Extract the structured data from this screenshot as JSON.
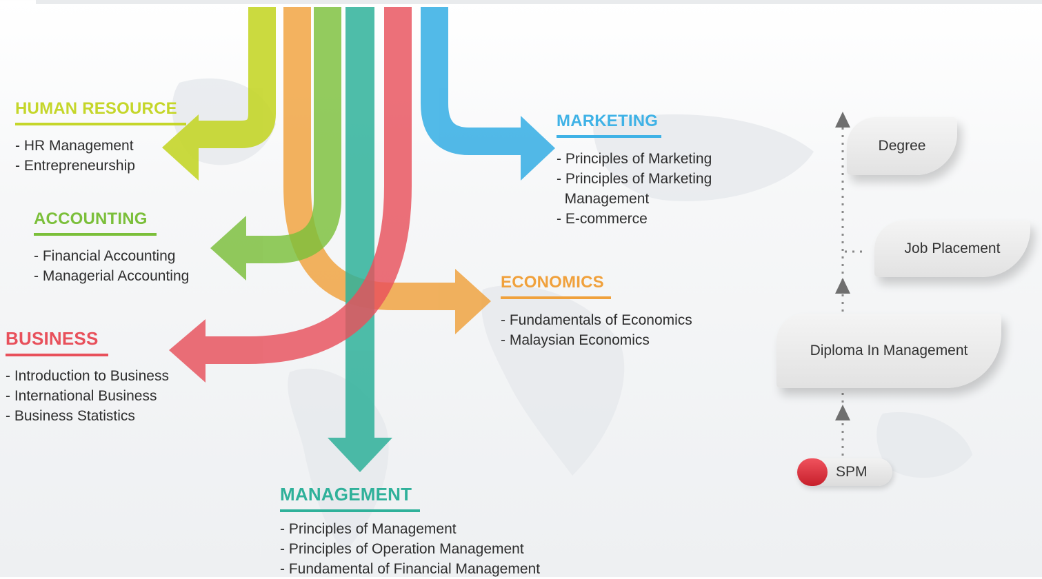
{
  "colors": {
    "human_resource": "#c5d62a",
    "accounting": "#7bbf3a",
    "business": "#e8505b",
    "marketing": "#3fb2e6",
    "economics": "#f0a13c",
    "management": "#2fb19a"
  },
  "subjects": {
    "human_resource": {
      "title": "HUMAN RESOURCE",
      "items": [
        "- HR Management",
        "- Entrepreneurship"
      ]
    },
    "accounting": {
      "title": "ACCOUNTING",
      "items": [
        "- Financial Accounting",
        "- Managerial Accounting"
      ]
    },
    "business": {
      "title": "BUSINESS",
      "items": [
        "- Introduction to Business",
        "- International Business",
        "- Business Statistics"
      ]
    },
    "marketing": {
      "title": "MARKETING",
      "items": [
        "- Principles of Marketing",
        "- Principles of Marketing",
        "  Management",
        "- E-commerce"
      ]
    },
    "economics": {
      "title": "ECONOMICS",
      "items": [
        "- Fundamentals of Economics",
        "- Malaysian Economics"
      ]
    },
    "management": {
      "title": "MANAGEMENT",
      "items": [
        "- Principles of Management",
        "- Principles of Operation Management",
        "- Fundamental of Financial Management"
      ]
    }
  },
  "pathway": {
    "degree": "Degree",
    "job_placement": "Job Placement",
    "diploma": "Diploma In Management",
    "spm": "SPM"
  }
}
